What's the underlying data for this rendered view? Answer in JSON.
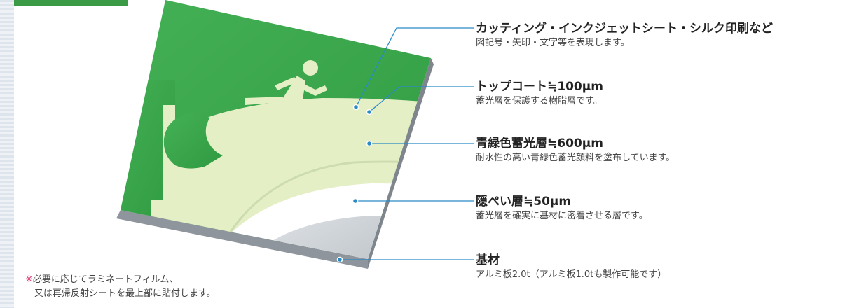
{
  "layers": [
    {
      "title": "カッティング・インクジェットシート・シルク印刷など",
      "desc": "図記号・矢印・文字等を表現します。"
    },
    {
      "title": "トップコート≒100μm",
      "desc": "蓄光層を保護する樹脂層です。"
    },
    {
      "title": "青緑色蓄光層≒600μm",
      "desc": "耐水性の高い青緑色蓄光顔料を塗布しています。"
    },
    {
      "title": "隠ぺい層≒50μm",
      "desc": "蓄光層を確実に基材に密着させる層です。"
    },
    {
      "title": "基材",
      "desc": "アルミ板2.0t（アルミ板1.0tも製作可能です）"
    }
  ],
  "note": {
    "mark": "※",
    "line1": "必要に応じてラミネートフィルム、",
    "line2": "又は再帰反射シートを最上部に貼付します。"
  },
  "colors": {
    "sign_green": "#3aa64c",
    "phosphor": "#e5efc6",
    "hiding_layer": "#ffffff",
    "aluminum": "#c7ccd2",
    "leader_line": "#2a8ac8"
  }
}
